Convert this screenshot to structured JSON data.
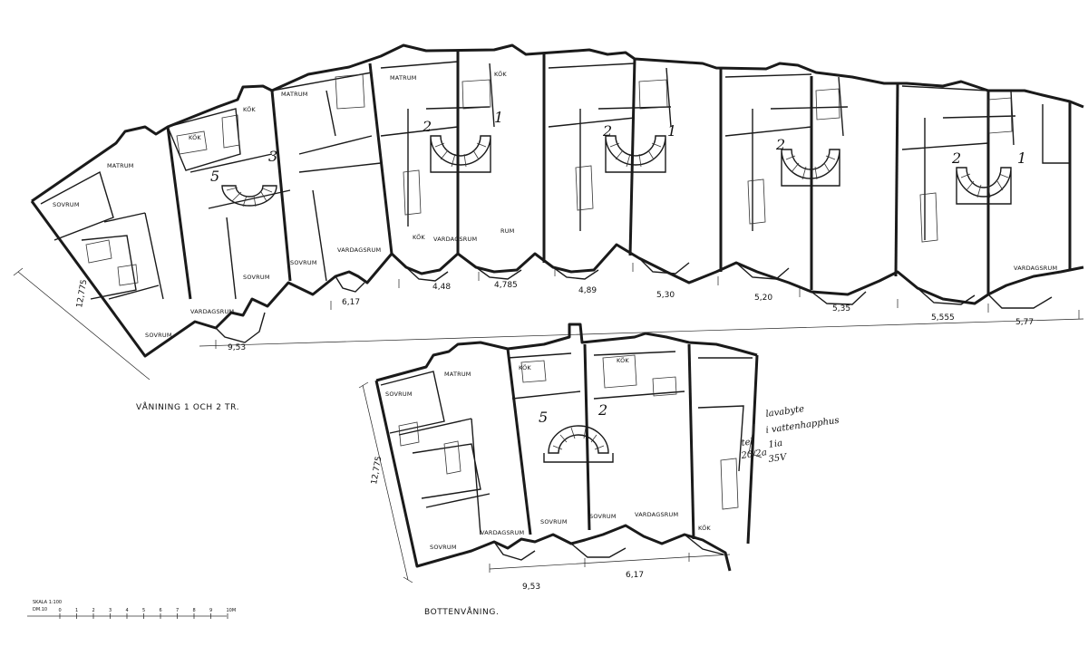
{
  "upper_plan": {
    "title": "VÅNINING  1 OCH 2 TR.",
    "side_dimension": "12,775",
    "bay_dimensions": [
      "9,53",
      "6,17",
      "4,48",
      "4,785",
      "4,89",
      "5,30",
      "5,20",
      "5,35",
      "5,555",
      "5,77"
    ],
    "unit_numbers": [
      "5",
      "3",
      "2",
      "1",
      "2",
      "1",
      "2",
      "2",
      "1"
    ],
    "room_labels": {
      "sovrum_a": "SOVRUM",
      "sovrum_b": "SOVRUM",
      "sovrum_c": "SOVRUM",
      "sovrum_d": "SOVRUM",
      "matrum_a": "MATRUM",
      "matrum_b": "MATRUM",
      "matrum_c": "MATRUM",
      "kok_a": "KÖK",
      "kok_b": "KÖK",
      "kok_c": "KÖK",
      "kok_d": "KÖK",
      "vardag_a": "VARDAGSRUM",
      "vardag_b": "VARDAGSRUM",
      "vardag_c": "VARDAGSRUM",
      "vardag_d": "VARDAGSRUM",
      "rum": "RUM"
    }
  },
  "lower_plan": {
    "title": "BOTTENVÅNING.",
    "side_dimension": "12,775",
    "bay_dimensions": [
      "9,53",
      "6,17"
    ],
    "unit_numbers": [
      "5",
      "2"
    ],
    "room_labels": {
      "sovrum_a": "SOVRUM",
      "sovrum_b": "SOVRUM",
      "sovrum_c": "SOVRUM",
      "sovrum_d": "SOVRUM",
      "matrum": "MATRUM",
      "kok_a": "KÖK",
      "kok_b": "KÖK",
      "kok_c": "KÖK",
      "vardag_a": "VARDAGSRUM",
      "vardag_b": "VARDAGSRUM"
    },
    "handwritten_note": [
      "lavabyte",
      "i vattenhapphus",
      "tel",
      "1ia",
      "20/2a",
      "35V"
    ]
  },
  "scale_bar": {
    "label_top": "SKALA 1:100",
    "label_left": "DM.10",
    "ticks": [
      "0",
      "1",
      "2",
      "3",
      "4",
      "5",
      "6",
      "7",
      "8",
      "9",
      "10M"
    ]
  }
}
